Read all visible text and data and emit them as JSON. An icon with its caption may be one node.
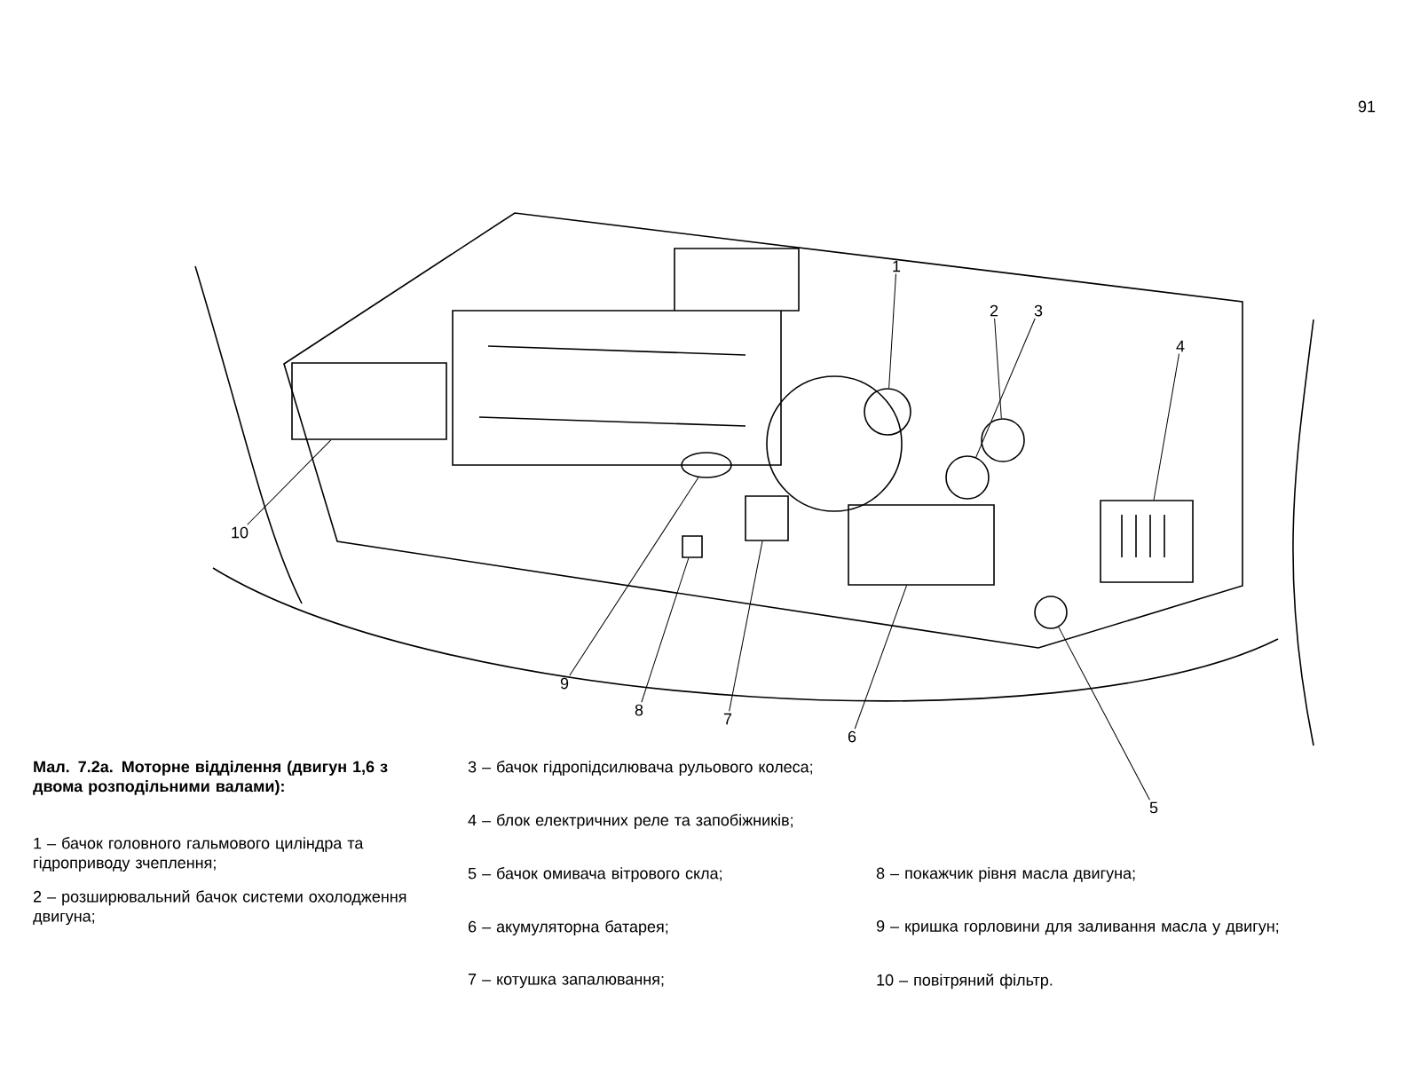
{
  "diagram": {
    "caption": "Мал. 7.2а. Моторне відділення (двигун 1,6 з двома розподільними валами):",
    "nodes": [
      {
        "text": [
          "1"
        ]
      },
      {
        "text": [
          "2"
        ]
      },
      {
        "text": [
          "3"
        ]
      },
      {
        "text": [
          "4"
        ]
      },
      {
        "text": [
          "5"
        ]
      },
      {
        "text": [
          "6"
        ]
      },
      {
        "text": [
          "7"
        ]
      },
      {
        "text": [
          "8"
        ]
      },
      {
        "text": [
          "9"
        ]
      },
      {
        "text": [
          "10"
        ]
      },
      {
        "text": [],
        "shape": "circle"
      },
      {
        "text": [],
        "shape": "circle"
      },
      {
        "text": [],
        "shape": "circle"
      },
      {
        "text": [],
        "shape": "box"
      },
      {
        "text": [],
        "shape": "circle"
      },
      {
        "text": [],
        "shape": "box"
      },
      {
        "text": [],
        "shape": "box"
      },
      {
        "text": [],
        "shape": "box"
      },
      {
        "text": [],
        "shape": "ellipse"
      },
      {
        "text": [],
        "shape": "box"
      }
    ],
    "edges": [
      {
        "from": 0,
        "to": 10,
        "arrow": "none"
      },
      {
        "from": 1,
        "to": 11,
        "arrow": "none"
      },
      {
        "from": 2,
        "to": 12,
        "arrow": "none"
      },
      {
        "from": 3,
        "to": 13,
        "arrow": "none"
      },
      {
        "from": 4,
        "to": 14,
        "arrow": "none"
      },
      {
        "from": 5,
        "to": 15,
        "arrow": "none"
      },
      {
        "from": 6,
        "to": 16,
        "arrow": "none"
      },
      {
        "from": 7,
        "to": 17,
        "arrow": "none"
      },
      {
        "from": 8,
        "to": 18,
        "arrow": "none"
      },
      {
        "from": 9,
        "to": 19,
        "arrow": "none"
      }
    ],
    "labels": [
      "1 – бачок головного гальмового циліндра та гідроприводу зчеплення;",
      "2 – розширювальний бачок системи охолодження двигуна;",
      "3 – бачок гідропідсилювача рульового колеса;",
      "4 – блок електричних реле та запобіжників;",
      "5 – бачок омивача вітрового скла;",
      "6 – акумуляторна батарея;",
      "7 – котушка запалювання;",
      "8 – покажчик рівня масла двигуна;",
      "9 – кришка горловини для заливання масла у двигун;",
      "10 – повітряний фільтр.",
      "91"
    ]
  }
}
